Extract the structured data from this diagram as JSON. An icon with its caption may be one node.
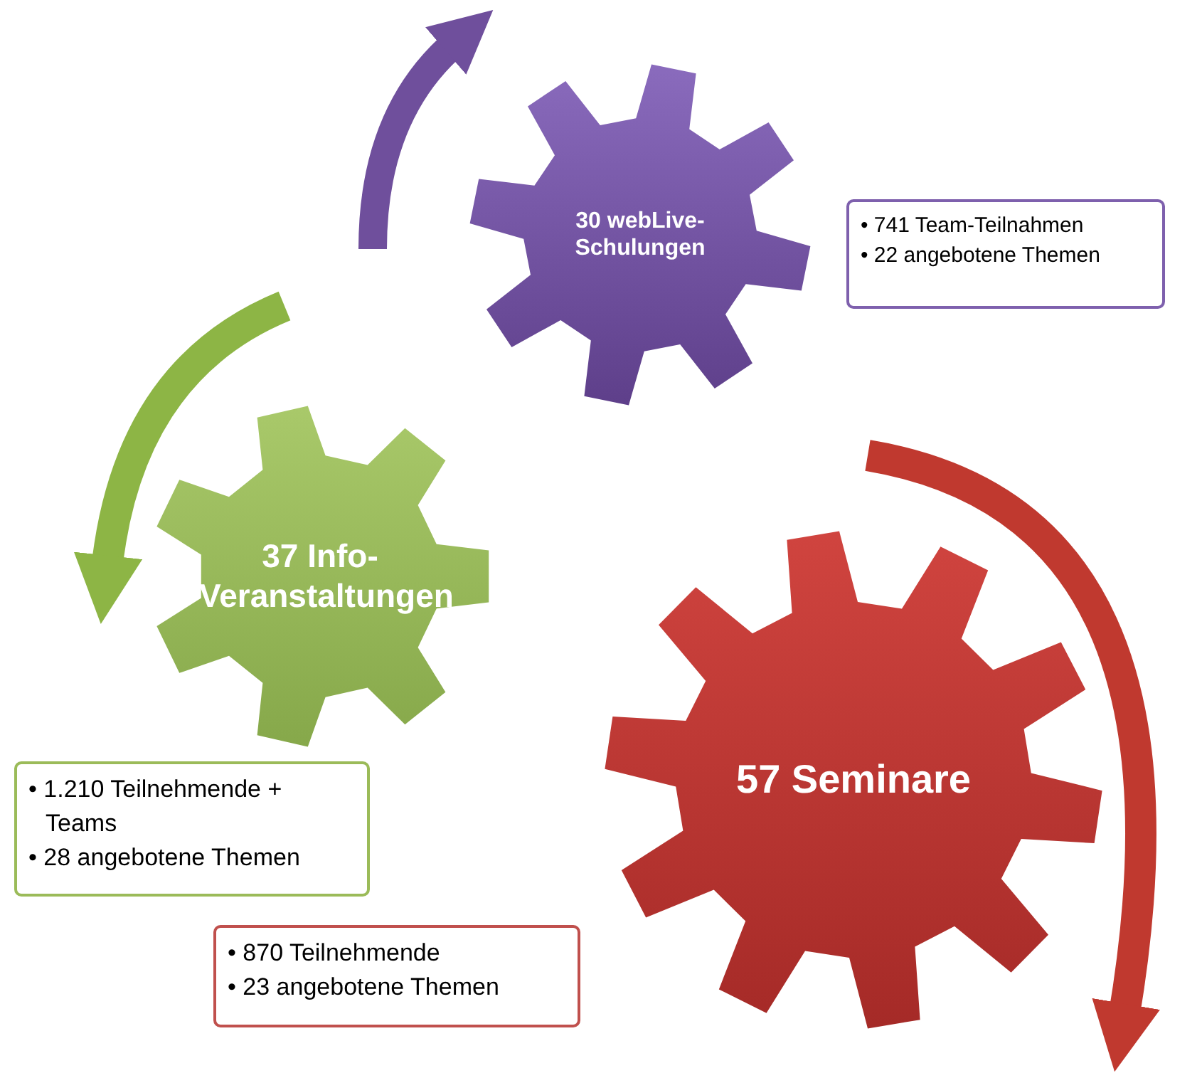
{
  "diagram": {
    "nodes": [
      {
        "text": [
          "30 webLive-Schulungen"
        ]
      },
      {
        "text": [
          "• 741 Team-Teilnahmen",
          "• 22 angebotene Themen"
        ]
      },
      {
        "text": [
          "37 Info-Veranstaltungen"
        ]
      },
      {
        "text": [
          "• 1.210 Teilnehmende + Teams",
          "• 28 angebotene Themen"
        ]
      },
      {
        "text": [
          "57 Seminare"
        ]
      },
      {
        "text": [
          "• 870 Teilnehmende",
          "• 23 angebotene Themen"
        ]
      }
    ],
    "edges": []
  }
}
